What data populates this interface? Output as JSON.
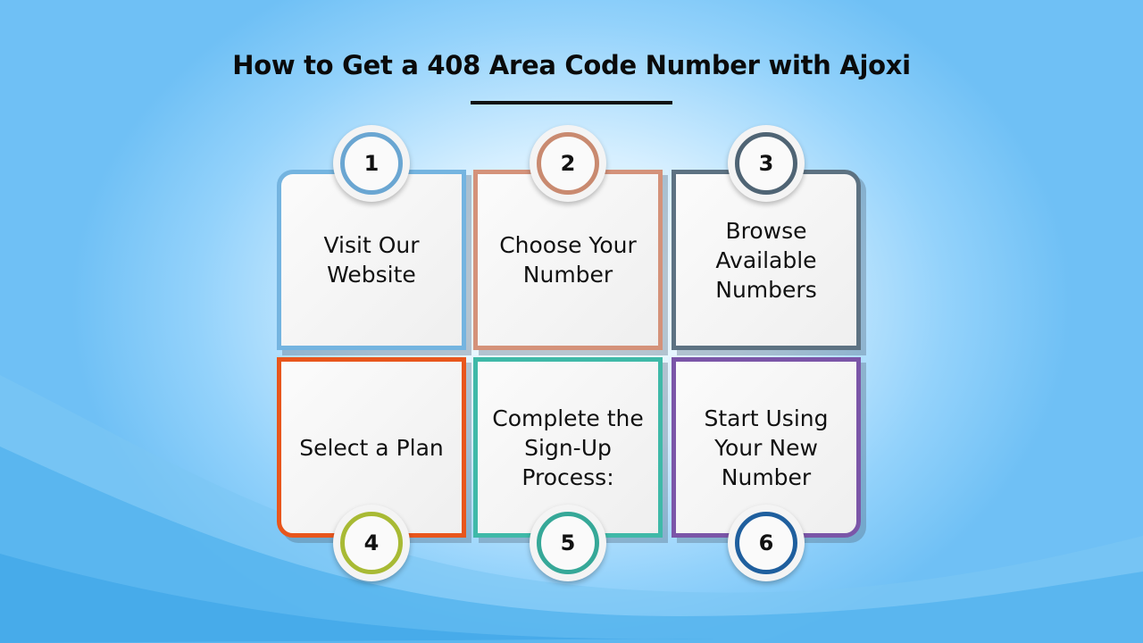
{
  "title": "How to Get a 408 Area Code Number with Ajoxi",
  "steps": [
    {
      "number": "1",
      "label": "Visit Our Website",
      "color": "#74b4e0",
      "ring": "#6aa6d2"
    },
    {
      "number": "2",
      "label": "Choose Your Number",
      "color": "#d4927a",
      "ring": "#c98a70"
    },
    {
      "number": "3",
      "label": "Browse Available Numbers",
      "color": "#5d7282",
      "ring": "#4f6474"
    },
    {
      "number": "4",
      "label": "Select a Plan",
      "color": "#e8561c",
      "ring": "#a8ba34"
    },
    {
      "number": "5",
      "label": "Complete the Sign-Up Process:",
      "color": "#3fb9a8",
      "ring": "#36a898"
    },
    {
      "number": "6",
      "label": "Start Using Your New Number",
      "color": "#7b56a8",
      "ring": "#1f5f9e"
    }
  ]
}
